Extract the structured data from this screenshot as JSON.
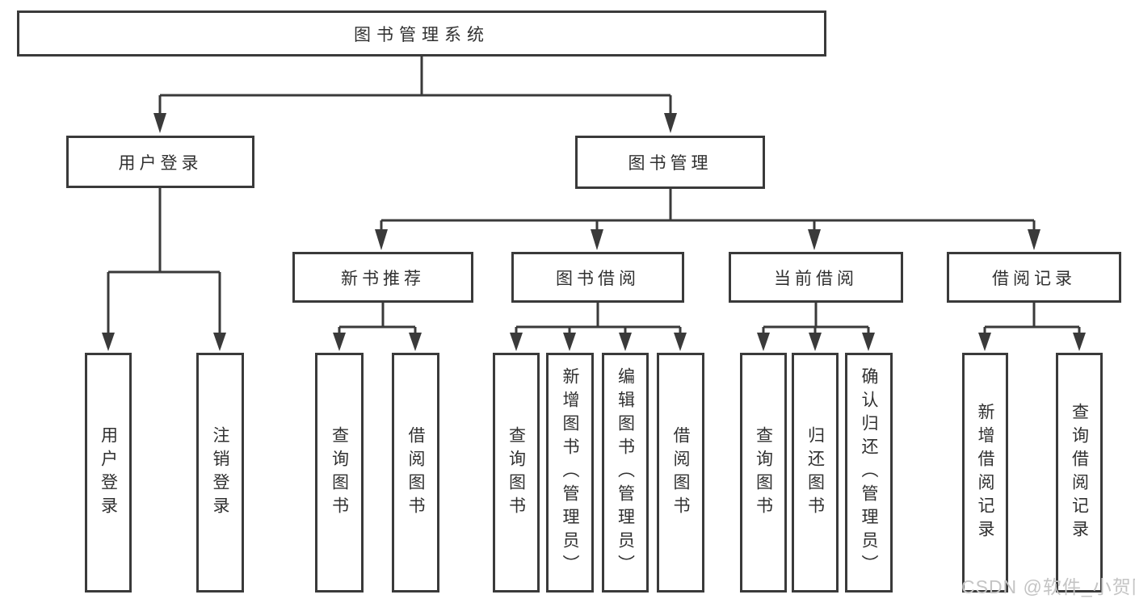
{
  "colors": {
    "line": "#3a3a3a",
    "text": "#303030",
    "watermark": "#c4c4c4",
    "background": "#ffffff"
  },
  "watermark": {
    "text": "CSDN @软件_小贺同学"
  },
  "diagram": {
    "root": {
      "label": "图书管理系统"
    },
    "branches": [
      {
        "label": "用户登录",
        "leaves": [
          {
            "label": "用户登录"
          },
          {
            "label": "注销登录"
          }
        ]
      },
      {
        "label": "图书管理",
        "groups": [
          {
            "label": "新书推荐",
            "leaves": [
              {
                "label": "查询图书"
              },
              {
                "label": "借阅图书"
              }
            ]
          },
          {
            "label": "图书借阅",
            "leaves": [
              {
                "label": "查询图书"
              },
              {
                "label": "新增图书（管理员）"
              },
              {
                "label": "编辑图书（管理员）"
              },
              {
                "label": "借阅图书"
              }
            ]
          },
          {
            "label": "当前借阅",
            "leaves": [
              {
                "label": "查询图书"
              },
              {
                "label": "归还图书"
              },
              {
                "label": "确认归还（管理员）"
              }
            ]
          },
          {
            "label": "借阅记录",
            "leaves": [
              {
                "label": "新增借阅记录"
              },
              {
                "label": "查询借阅记录"
              }
            ]
          }
        ]
      }
    ]
  }
}
